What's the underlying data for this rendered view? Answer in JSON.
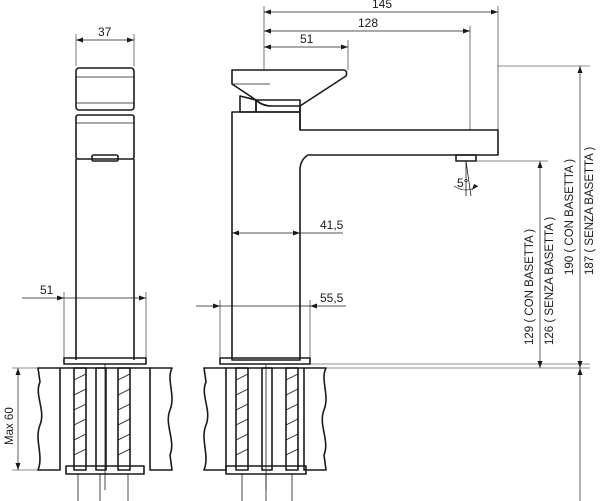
{
  "dimensions": {
    "front_width": "37",
    "front_base": "51",
    "total_length": "145",
    "spout_length": "128",
    "handle_length": "51",
    "body_width": "41,5",
    "base_width": "55,5",
    "spout_angle": "5°",
    "max_thickness": "Max 60"
  },
  "heights": {
    "spout_with_base": "129  ( CON BASETTA )",
    "spout_without_base": "126  ( SENZA BASETTA )",
    "total_with_base": "190  ( CON BASETTA )",
    "total_without_base": "187  ( SENZA BASETTA )"
  }
}
